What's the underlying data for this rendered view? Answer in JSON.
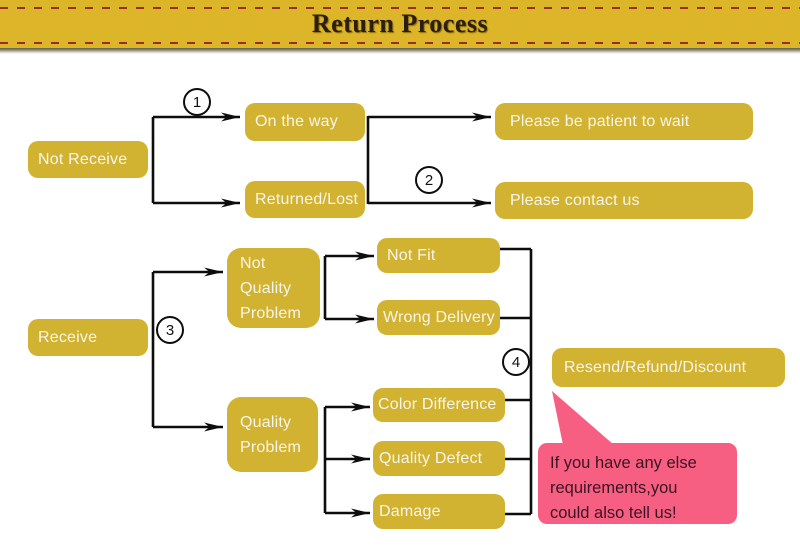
{
  "header": {
    "title": "Return Process"
  },
  "flow": {
    "nodes": {
      "not_receive": "Not Receive",
      "on_the_way": "On the way",
      "returned_lost": "Returned/Lost",
      "patient_wait": "Please be patient to wait",
      "contact_us": "Please contact us",
      "receive": "Receive",
      "not_quality_problem": "Not Quality Problem",
      "not_fit": "Not Fit",
      "wrong_delivery": "Wrong Delivery",
      "quality_problem": "Quality Problem",
      "color_difference": "Color Difference",
      "quality_defect": "Quality Defect",
      "damage": "Damage",
      "resend": "Resend/Refund/Discount"
    },
    "badges": [
      "1",
      "2",
      "3",
      "4"
    ],
    "bubble": {
      "lines": [
        "If you have any else",
        "requirements,you",
        "could also tell us!"
      ]
    }
  },
  "colors": {
    "box_gold": "#d2b331",
    "header_gold": "#dcb528",
    "dash_red": "#9c2b22",
    "ink": "#0d0d0d",
    "text_light": "#f8f5ea",
    "pink": "#f75f82",
    "bubble_text": "#3a1322"
  }
}
